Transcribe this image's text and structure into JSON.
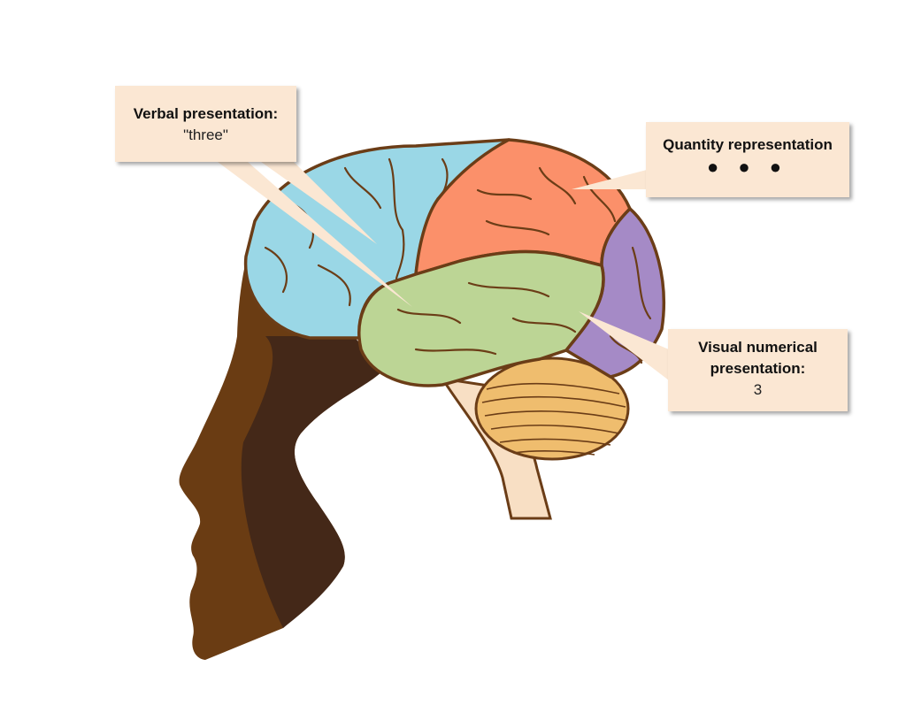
{
  "callouts": {
    "verbal": {
      "title": "Verbal presentation:",
      "value": "\"three\""
    },
    "quantity": {
      "title": "Quantity representation",
      "value": "● ● ●"
    },
    "visual": {
      "title_line1": "Visual numerical",
      "title_line2": "presentation:",
      "value": "3"
    }
  },
  "colors": {
    "frontal": "#9ad7e6",
    "parietal": "#fb906a",
    "occipital": "#a58ac6",
    "temporal": "#bcd595",
    "cerebellum": "#efbd6e",
    "brainstem": "#f8dfc4",
    "outline": "#6b3d17",
    "face": "#6a3c13",
    "head_back": "#442818",
    "callout_bg": "#fbe7d3"
  }
}
